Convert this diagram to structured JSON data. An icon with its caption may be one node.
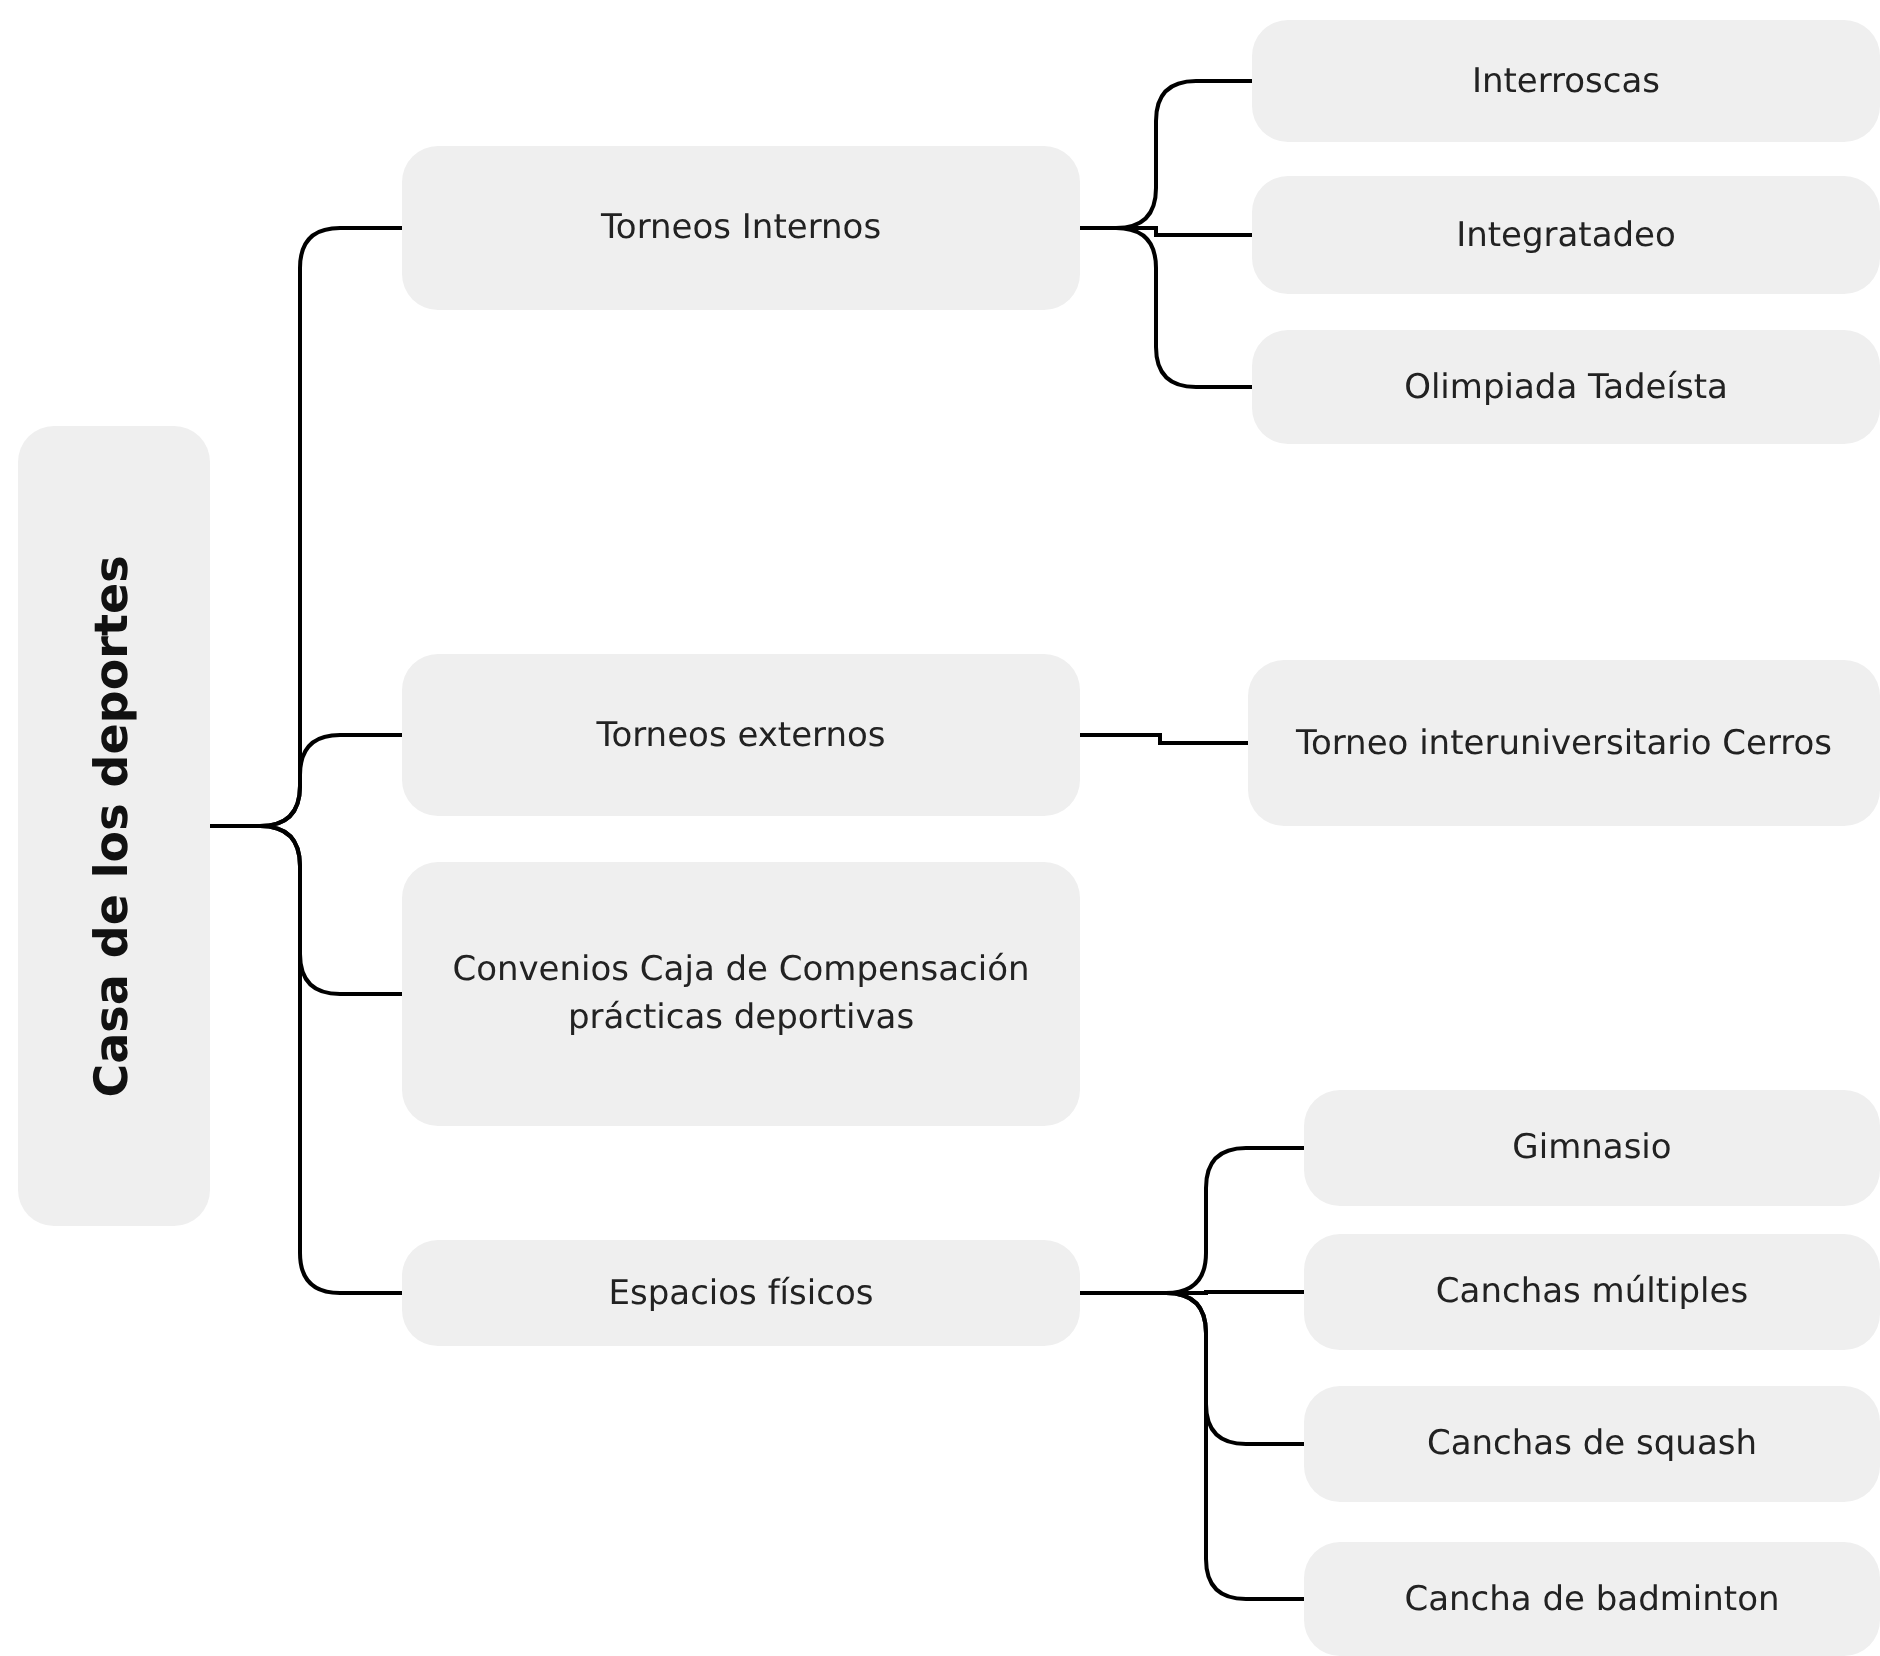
{
  "diagram": {
    "nodes": [
      {
        "text": [
          "Casa de los deportes"
        ]
      },
      {
        "text": [
          "Torneos Internos"
        ]
      },
      {
        "text": [
          "Interroscas"
        ]
      },
      {
        "text": [
          "Integratadeo"
        ]
      },
      {
        "text": [
          "Olimpiada Tadeísta"
        ]
      },
      {
        "text": [
          "Torneos externos"
        ]
      },
      {
        "text": [
          "Torneo interuniversitario Cerros"
        ]
      },
      {
        "text": [
          "Convenios Caja de Compensación prácticas deportivas"
        ]
      },
      {
        "text": [
          "Espacios físicos"
        ]
      },
      {
        "text": [
          "Gimnasio"
        ]
      },
      {
        "text": [
          "Canchas múltiples"
        ]
      },
      {
        "text": [
          "Canchas de squash"
        ]
      },
      {
        "text": [
          "Cancha de badminton"
        ]
      }
    ],
    "edges": [
      {
        "from": 0,
        "to": 1,
        "arrow": "none"
      },
      {
        "from": 0,
        "to": 5,
        "arrow": "none"
      },
      {
        "from": 0,
        "to": 7,
        "arrow": "none"
      },
      {
        "from": 0,
        "to": 8,
        "arrow": "none"
      },
      {
        "from": 1,
        "to": 2,
        "arrow": "none"
      },
      {
        "from": 1,
        "to": 3,
        "arrow": "none"
      },
      {
        "from": 1,
        "to": 4,
        "arrow": "none"
      },
      {
        "from": 5,
        "to": 6,
        "arrow": "none"
      },
      {
        "from": 8,
        "to": 9,
        "arrow": "none"
      },
      {
        "from": 8,
        "to": 10,
        "arrow": "none"
      },
      {
        "from": 8,
        "to": 11,
        "arrow": "none"
      },
      {
        "from": 8,
        "to": 12,
        "arrow": "none"
      }
    ]
  }
}
